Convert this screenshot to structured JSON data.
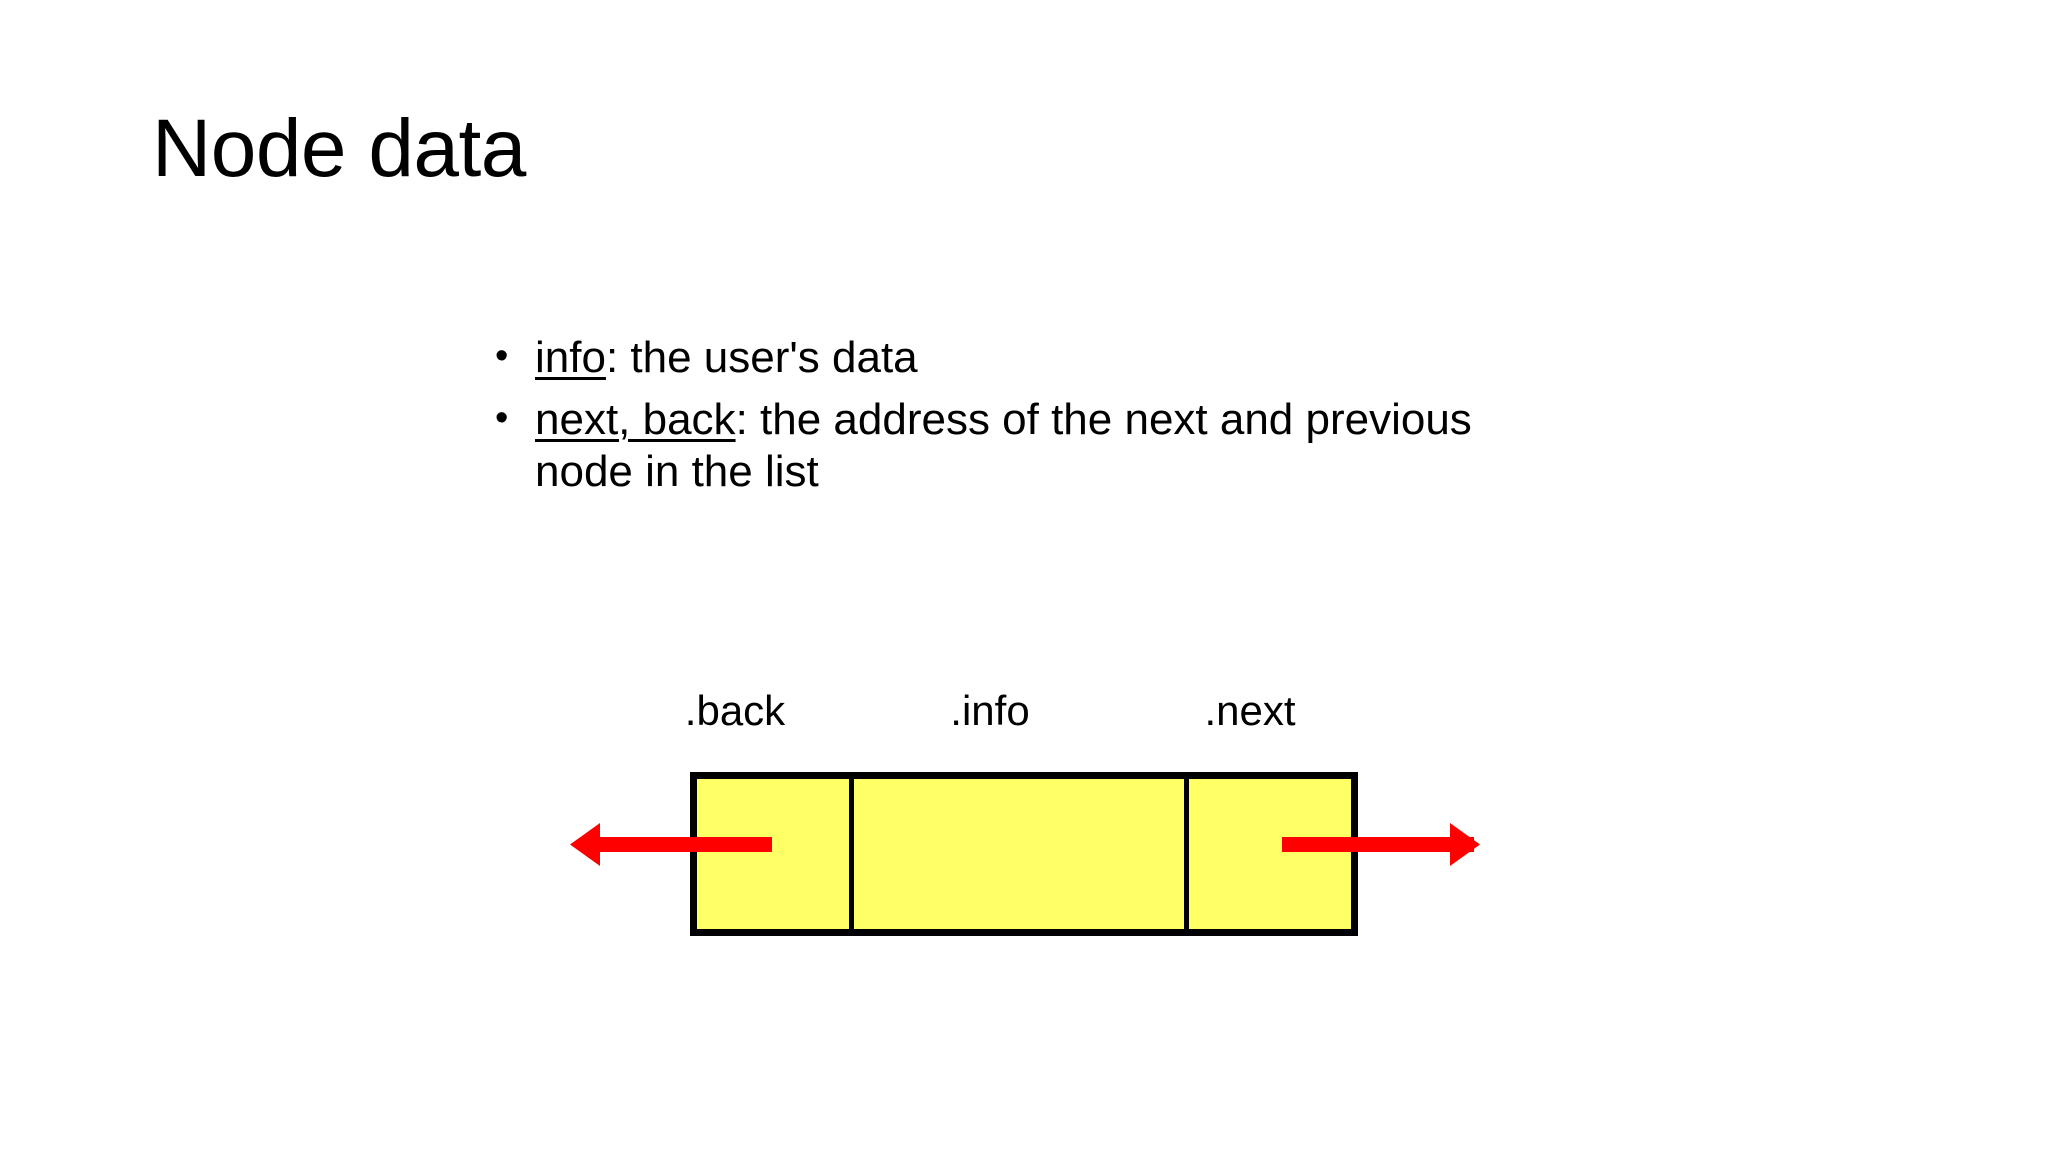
{
  "slide": {
    "title": "Node data",
    "background_color": "#ffffff",
    "text_color": "#000000"
  },
  "body": {
    "bullet_marker": "•",
    "items": [
      {
        "keyword": "info",
        "rest": ": the user's data",
        "underlined_keyword": true
      },
      {
        "keyword": "next, back",
        "rest": ": the address of the next and previous node in the list",
        "underlined_keyword": true
      }
    ]
  },
  "diagram": {
    "name": "doubly-linked-list-node",
    "fill_color": "#FFFF66",
    "border_color": "#000000",
    "arrow_color": "#FF0000",
    "labels": {
      "back": ".back",
      "info": ".info",
      "next": ".next"
    },
    "cells": [
      {
        "id": "back",
        "label": ".back"
      },
      {
        "id": "info",
        "label": ".info"
      },
      {
        "id": "next",
        "label": ".next"
      }
    ],
    "arrows": [
      {
        "id": "back-pointer-arrow",
        "direction": "left"
      },
      {
        "id": "next-pointer-arrow",
        "direction": "right"
      }
    ]
  }
}
